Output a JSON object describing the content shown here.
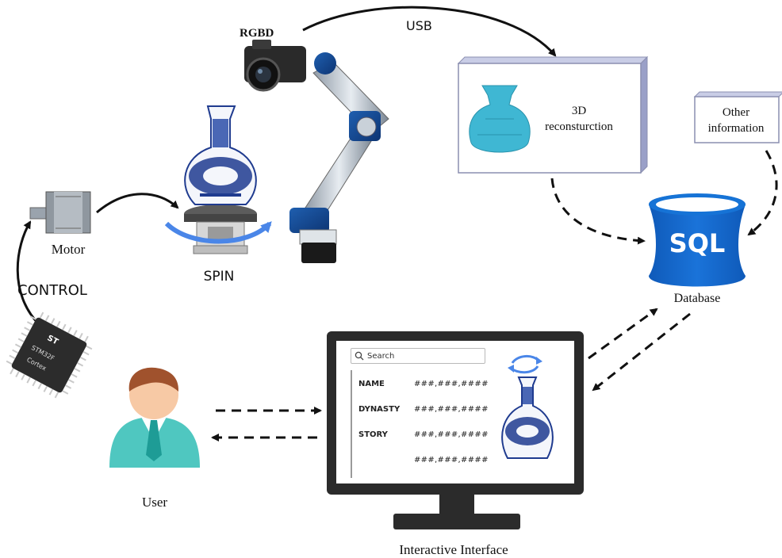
{
  "labels": {
    "rgbd": "RGBD",
    "usb": "USB",
    "reconstruction": [
      "3D",
      "reconsturction"
    ],
    "other_info": [
      "Other",
      "information"
    ],
    "sql": "SQL",
    "database": "Database",
    "motor": "Motor",
    "control": "CONTROL",
    "spin": "SPIN",
    "user": "User",
    "interface": "Interactive Interface"
  },
  "chip": {
    "brand": "ST",
    "line1": "STM32F",
    "line2": "Cortex"
  },
  "interface": {
    "search_placeholder": "Search",
    "rows": [
      {
        "label": "NAME",
        "value": "###,###,####"
      },
      {
        "label": "DYNASTY",
        "value": "###,###,####"
      },
      {
        "label": "STORY",
        "value": "###,###,####"
      },
      {
        "label": "",
        "value": "###,###,####"
      }
    ]
  },
  "colors": {
    "sql_blue": "#1565c8",
    "recon_vase": "#3fb7d3",
    "spin_arrow": "#4a86e8",
    "user_shirt": "#4fc7c0",
    "user_face": "#f7c9a5",
    "user_hair": "#a0522d",
    "monitor": "#2b2b2b",
    "vase_blue": "#1f3b8f"
  }
}
